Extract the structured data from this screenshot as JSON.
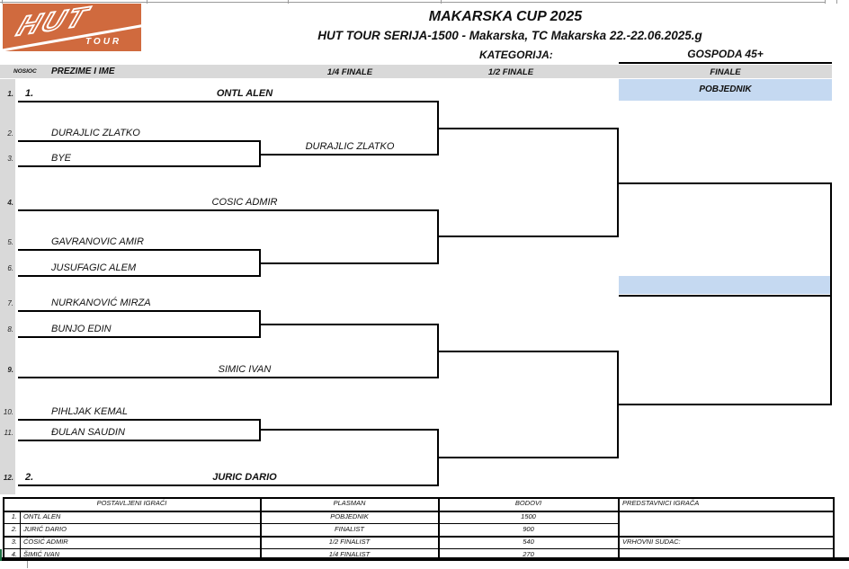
{
  "logo": {
    "main": "HUT",
    "sub": "TOUR"
  },
  "header": {
    "title": "MAKARSKA CUP 2025",
    "subtitle": "HUT TOUR SERIJA-1500 - Makarska, TC Makarska 22.-22.06.2025.g",
    "category_label": "KATEGORIJA:",
    "category_value": "GOSPODA 45+"
  },
  "columns": {
    "seed": "NOSIOC",
    "player": "PREZIME I IME",
    "quarterfinal": "1/4 FINALE",
    "semifinal": "1/2 FINALE",
    "final": "FINALE"
  },
  "bracket": {
    "winner_label": "POBJEDNIK",
    "rows": [
      {
        "pos": "1.",
        "seed": "1.",
        "name": "ONTL ALEN"
      },
      {
        "pos": "2.",
        "name": "DURAJLIC ZLATKO"
      },
      {
        "pos": "3.",
        "name": "BYE"
      },
      {
        "pos": "4.",
        "name": "COSIC ADMIR"
      },
      {
        "pos": "5.",
        "name": "GAVRANOVIC AMIR"
      },
      {
        "pos": "6.",
        "name": "JUSUFAGIC ALEM"
      },
      {
        "pos": "7.",
        "name": "NURKANOVIĆ MIRZA"
      },
      {
        "pos": "8.",
        "name": "BUNJO EDIN"
      },
      {
        "pos": "9.",
        "name": "SIMIC IVAN"
      },
      {
        "pos": "10.",
        "name": "PIHLJAK KEMAL"
      },
      {
        "pos": "11.",
        "name": "ĐULAN SAUDIN"
      },
      {
        "pos": "12.",
        "seed": "2.",
        "name": "JURIC DARIO"
      }
    ],
    "quarterfinal_winners": [
      {
        "name": "DURAJLIC ZLATKO"
      }
    ]
  },
  "results": {
    "headers": {
      "players": "POSTAVLJENI IGRAĆI",
      "placement": "PLASMAN",
      "points": "BODOVI",
      "representatives": "PREDSTAVNICI IGRAČA"
    },
    "rows": [
      {
        "num": "1.",
        "name": "ONTL ALEN",
        "placement": "POBJEDNIK",
        "points": "1500"
      },
      {
        "num": "2.",
        "name": "JURIĆ DARIO",
        "placement": "FINALIST",
        "points": "900"
      },
      {
        "num": "3.",
        "name": "ĆOSIĆ ADMIR",
        "placement": "1/2 FINALIST",
        "points": "540"
      },
      {
        "num": "4.",
        "name": "ŠIMIĆ IVAN",
        "placement": "1/4 FINALIST",
        "points": "270"
      }
    ],
    "referee_label": "VRHOVNI SUDAC:"
  },
  "colors": {
    "accent_orange": "#D06A3E",
    "band_gray": "#D9D9D9",
    "band_blue": "#C5D9F1",
    "line_black": "#000000",
    "tick_green": "#217346"
  }
}
